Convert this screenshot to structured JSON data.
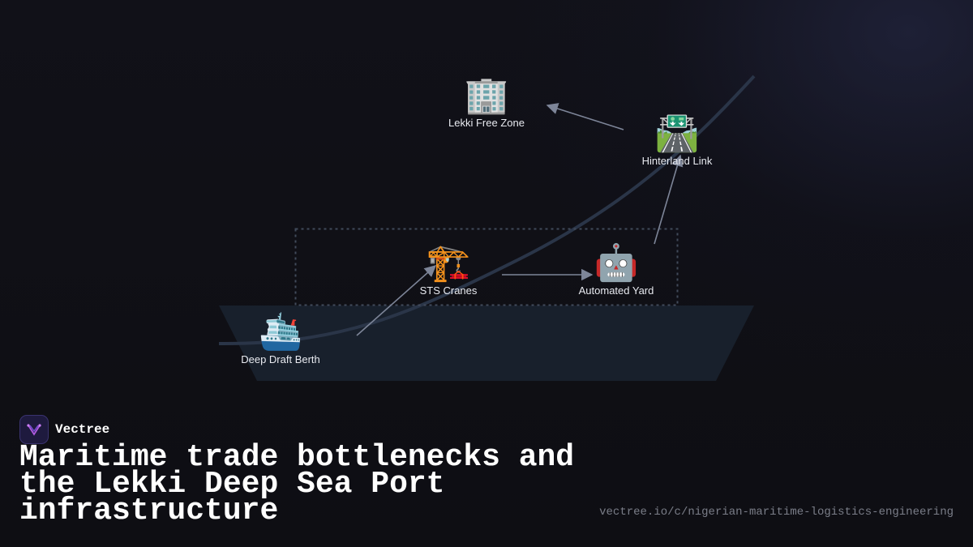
{
  "brand": {
    "name": "Vectree"
  },
  "title": "Maritime trade bottlenecks and the Lekki Deep Sea Port infrastructure",
  "url": "vectree.io/c/nigerian-maritime-logistics-engineering",
  "diagram": {
    "nodes": [
      {
        "id": "lekki-free-zone",
        "label": "Lekki Free Zone",
        "icon": "office-building-icon",
        "glyph": "🏢"
      },
      {
        "id": "hinterland-link",
        "label": "Hinterland Link",
        "icon": "motorway-icon",
        "glyph": "🛣️"
      },
      {
        "id": "sts-cranes",
        "label": "STS Cranes",
        "icon": "crane-icon",
        "glyph": "🏗️"
      },
      {
        "id": "automated-yard",
        "label": "Automated Yard",
        "icon": "robot-icon",
        "glyph": "🤖"
      },
      {
        "id": "deep-draft-berth",
        "label": "Deep Draft Berth",
        "icon": "ship-icon",
        "glyph": "🛳️"
      }
    ],
    "edges": [
      {
        "from": "deep-draft-berth",
        "to": "sts-cranes"
      },
      {
        "from": "sts-cranes",
        "to": "automated-yard"
      },
      {
        "from": "automated-yard",
        "to": "hinterland-link"
      },
      {
        "from": "hinterland-link",
        "to": "lekki-free-zone"
      }
    ]
  },
  "colors": {
    "background": "#0f0f14",
    "arrow": "#7d8598",
    "platform": "#18202c",
    "curve": "#2a3548",
    "dashed_box": "#414a5a",
    "text": "#e8eaf0",
    "url": "#7a7d88"
  }
}
